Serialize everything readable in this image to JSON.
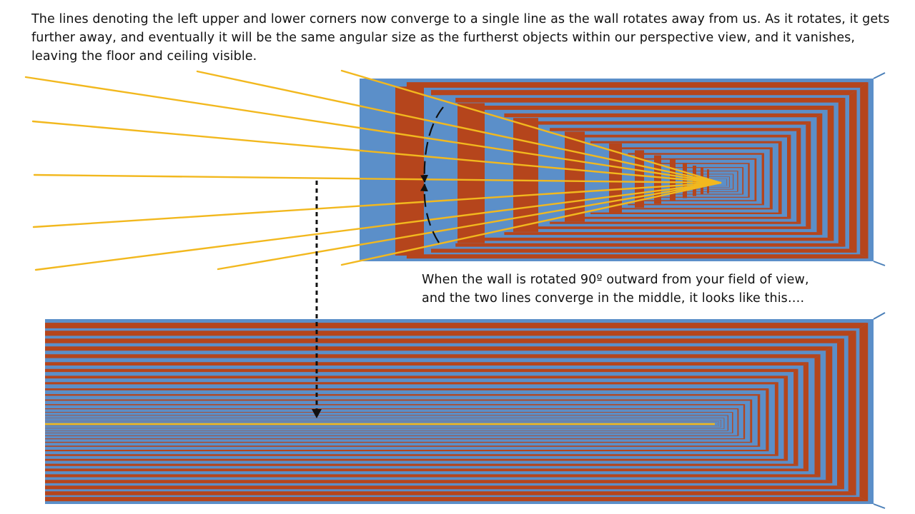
{
  "captions": {
    "top": "The lines denoting the left upper and lower corners now converge to a single line as the wall rotates away from us.  As it rotates, it gets further away, and eventually it will be the same angular size as the furtherst objects within our perspective view, and it vanishes, leaving the floor and ceiling visible.",
    "middle_line1": "When the wall is rotated 90º outward from your field of view,",
    "middle_line2": "and the two lines converge in the middle, it looks like this…."
  },
  "colors": {
    "blue": "#5b8fc9",
    "red": "#b5451c",
    "yellow": "#f2b81e",
    "arrow": "#111111",
    "edge": "#4a7fb8"
  }
}
